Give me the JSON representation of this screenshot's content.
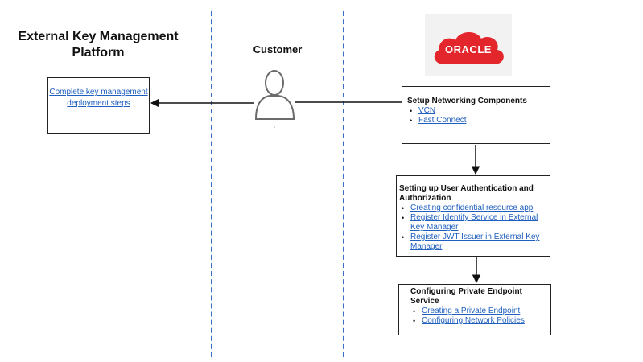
{
  "columns": {
    "left_title": "External Key Management Platform",
    "middle_title": "Customer"
  },
  "logo": {
    "text": "ORACLE",
    "color": "#e3262b"
  },
  "ekm_box": {
    "text": "Complete key management deployment steps"
  },
  "networking_box": {
    "heading": "Setup Networking Components",
    "items": [
      "VCN",
      "Fast Connect"
    ]
  },
  "auth_box": {
    "heading": "Setting up User Authentication and Authorization",
    "items": [
      "Creating confidential resource app",
      "Register Identify Service in External Key Manager",
      "Register JWT Issuer in External Key Manager"
    ]
  },
  "endpoint_box": {
    "heading": "Configuring Private Endpoint Service",
    "items": [
      "Creating a Private Endpoint",
      "Configuring Network Policies"
    ]
  },
  "colors": {
    "link": "#1f5fbf",
    "divider": "#3a6fc4",
    "logo_bg": "#f2f2f2"
  }
}
